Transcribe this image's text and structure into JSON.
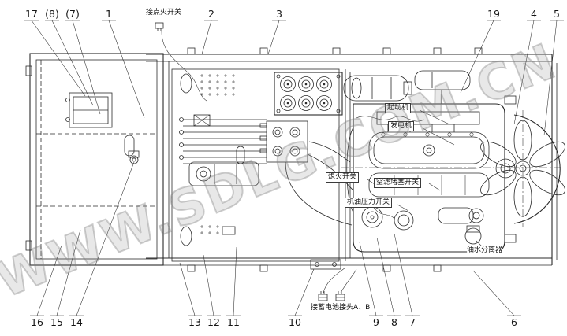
{
  "watermark": "WWW.SDLG.COM.CN",
  "callouts": {
    "top": [
      {
        "label": "17"
      },
      {
        "label": "(8)"
      },
      {
        "label": "(7)"
      },
      {
        "label": "1"
      },
      {
        "label": "2"
      },
      {
        "label": "3"
      },
      {
        "label": "19"
      },
      {
        "label": "4"
      },
      {
        "label": "5"
      }
    ],
    "bottom": [
      {
        "label": "16"
      },
      {
        "label": "15"
      },
      {
        "label": "14"
      },
      {
        "label": "13"
      },
      {
        "label": "12"
      },
      {
        "label": "11"
      },
      {
        "label": "10"
      },
      {
        "label": "9"
      },
      {
        "label": "8"
      },
      {
        "label": "7"
      },
      {
        "label": "6"
      }
    ]
  },
  "labels": {
    "ignition_switch": "接点火开关",
    "starter": "起动机",
    "generator": "发电机",
    "flameout_switch": "熄火开关",
    "air_filter_clog_switch": "空滤堵塞开关",
    "oil_pressure_switch": "机油压力开关",
    "oil_water_separator": "油水分离器",
    "battery_connector": "接蓄电池接头A、B"
  },
  "colors": {
    "line": "#2b2b2b",
    "watermark_stroke": "#8a8a8a",
    "background": "#ffffff"
  }
}
